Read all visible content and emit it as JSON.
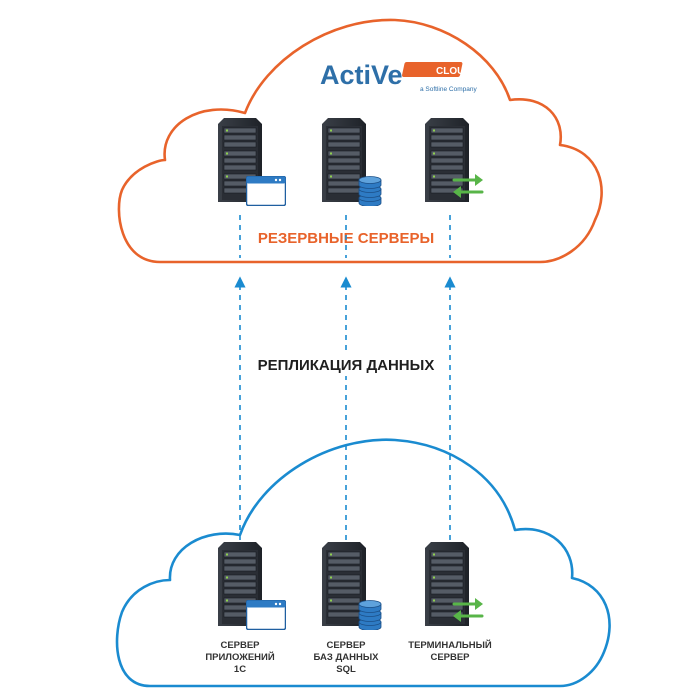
{
  "brand": {
    "logo_text": "ActiVe",
    "logo_badge": "CLOUD",
    "tagline": "a Softline Company",
    "color_orange": "#e8632b",
    "color_blue": "#2e6fa8"
  },
  "top_cloud": {
    "title": "РЕЗЕРВНЫЕ СЕРВЕРЫ",
    "outline_color": "#e8632b"
  },
  "middle": {
    "label": "РЕПЛИКАЦИЯ ДАННЫХ",
    "arrow_color": "#1a8bd0"
  },
  "bottom_cloud": {
    "outline_color": "#1a8bd0",
    "servers": [
      {
        "name": "app-server",
        "badge": "window-icon",
        "label_lines": [
          "СЕРВЕР",
          "ПРИЛОЖЕНИЙ",
          "1С"
        ]
      },
      {
        "name": "db-server",
        "badge": "database-icon",
        "label_lines": [
          "СЕРВЕР",
          "БАЗ ДАННЫХ",
          "SQL"
        ]
      },
      {
        "name": "terminal-server",
        "badge": "exchange-arrows-icon",
        "label_lines": [
          "ТЕРМИНАЛЬНЫЙ",
          "СЕРВЕР"
        ]
      }
    ]
  }
}
